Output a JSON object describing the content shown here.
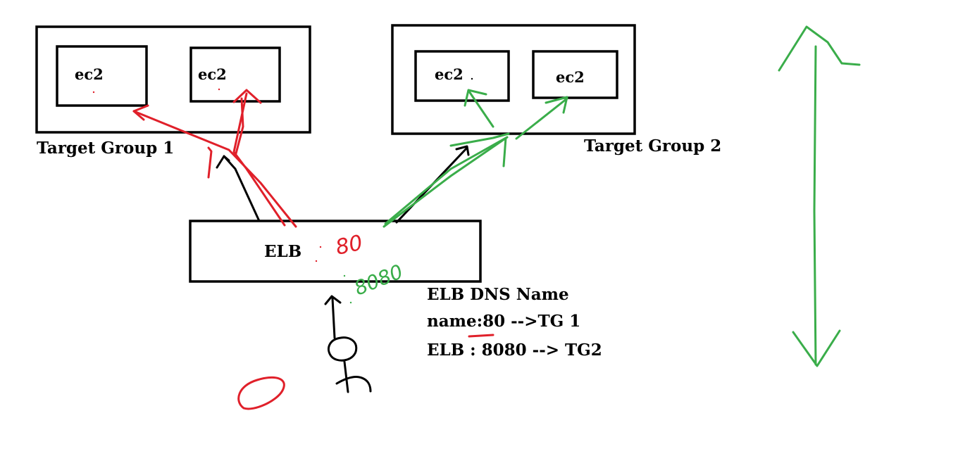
{
  "target_group_1": {
    "label": "Target Group 1",
    "instances": [
      "ec2",
      "ec2"
    ]
  },
  "target_group_2": {
    "label": "Target Group 2",
    "instances": [
      "ec2",
      "ec2"
    ]
  },
  "load_balancer": {
    "label": "ELB"
  },
  "notes": {
    "line1": "ELB DNS Name",
    "line2": "name:80 -->TG 1",
    "line3": "ELB : 8080 --> TG2"
  },
  "handwriting": {
    "red_port": "80",
    "green_port": "8080"
  },
  "colors": {
    "red": "#e0202a",
    "green": "#3aad4a",
    "black": "#000000"
  }
}
